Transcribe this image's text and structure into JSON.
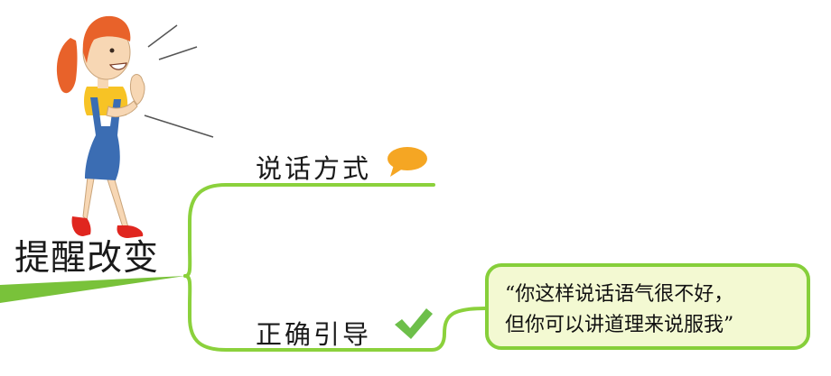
{
  "root": {
    "label": "提醒改变"
  },
  "branches": [
    {
      "label": "说话方式",
      "icon": "speech-bubble-icon"
    },
    {
      "label": "正确引导",
      "icon": "checkmark-icon"
    }
  ],
  "quote": {
    "line1": "“你这样说话语气很不好，",
    "line2": "但你可以讲道理来说服我”"
  },
  "colors": {
    "branch_line": "#8bd13c",
    "bubble": "#f5a623",
    "check": "#6dbf4a",
    "quote_border": "#86cf3a",
    "quote_fill": "#f3f9d2"
  }
}
